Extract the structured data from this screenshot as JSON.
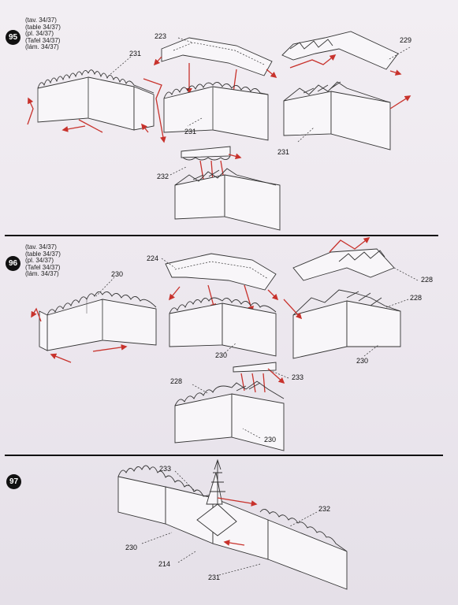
{
  "steps": [
    {
      "number": "95",
      "refs": [
        "(tav. 34/37)",
        "(table 34/37)",
        "(pl. 34/37)",
        "(Tafel 34/37)",
        "(lám. 34/37)"
      ],
      "labels": {
        "a": "223",
        "b": "231",
        "c": "229",
        "d": "231",
        "e": "231",
        "f": "232"
      }
    },
    {
      "number": "96",
      "refs": [
        "(tav. 34/37)",
        "(table 34/37)",
        "(pl. 34/37)",
        "(Tafel 34/37)",
        "(lám. 34/37)"
      ],
      "labels": {
        "a": "224",
        "b": "230",
        "c": "228",
        "d": "228",
        "e": "230",
        "f": "230",
        "g": "233",
        "h": "228",
        "i": "230"
      }
    },
    {
      "number": "97",
      "labels": {
        "a": "233",
        "b": "232",
        "c": "230",
        "d": "214",
        "e": "231"
      }
    }
  ],
  "colors": {
    "accent": "#c8322c",
    "ink": "#111111",
    "paper": "#efebf0"
  }
}
